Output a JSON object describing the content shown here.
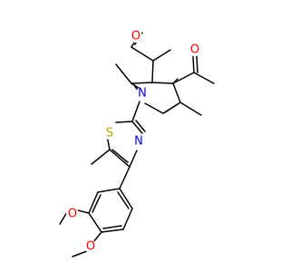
{
  "molecule": {
    "atoms": [
      {
        "id": "o_ac1",
        "label": "O",
        "color": "#ff0000"
      },
      {
        "id": "o_ac2",
        "label": "O",
        "color": "#ff0000"
      },
      {
        "id": "n_pyrrole",
        "label": "N",
        "color": "#0000ff"
      },
      {
        "id": "s_thiazole",
        "label": "S",
        "color": "#b8a300"
      },
      {
        "id": "n_thiazole",
        "label": "N",
        "color": "#0000ff"
      },
      {
        "id": "o_ome1",
        "label": "O",
        "color": "#ff0000"
      },
      {
        "id": "o_ome2",
        "label": "O",
        "color": "#ff0000"
      }
    ],
    "bond_color": "#000000"
  }
}
